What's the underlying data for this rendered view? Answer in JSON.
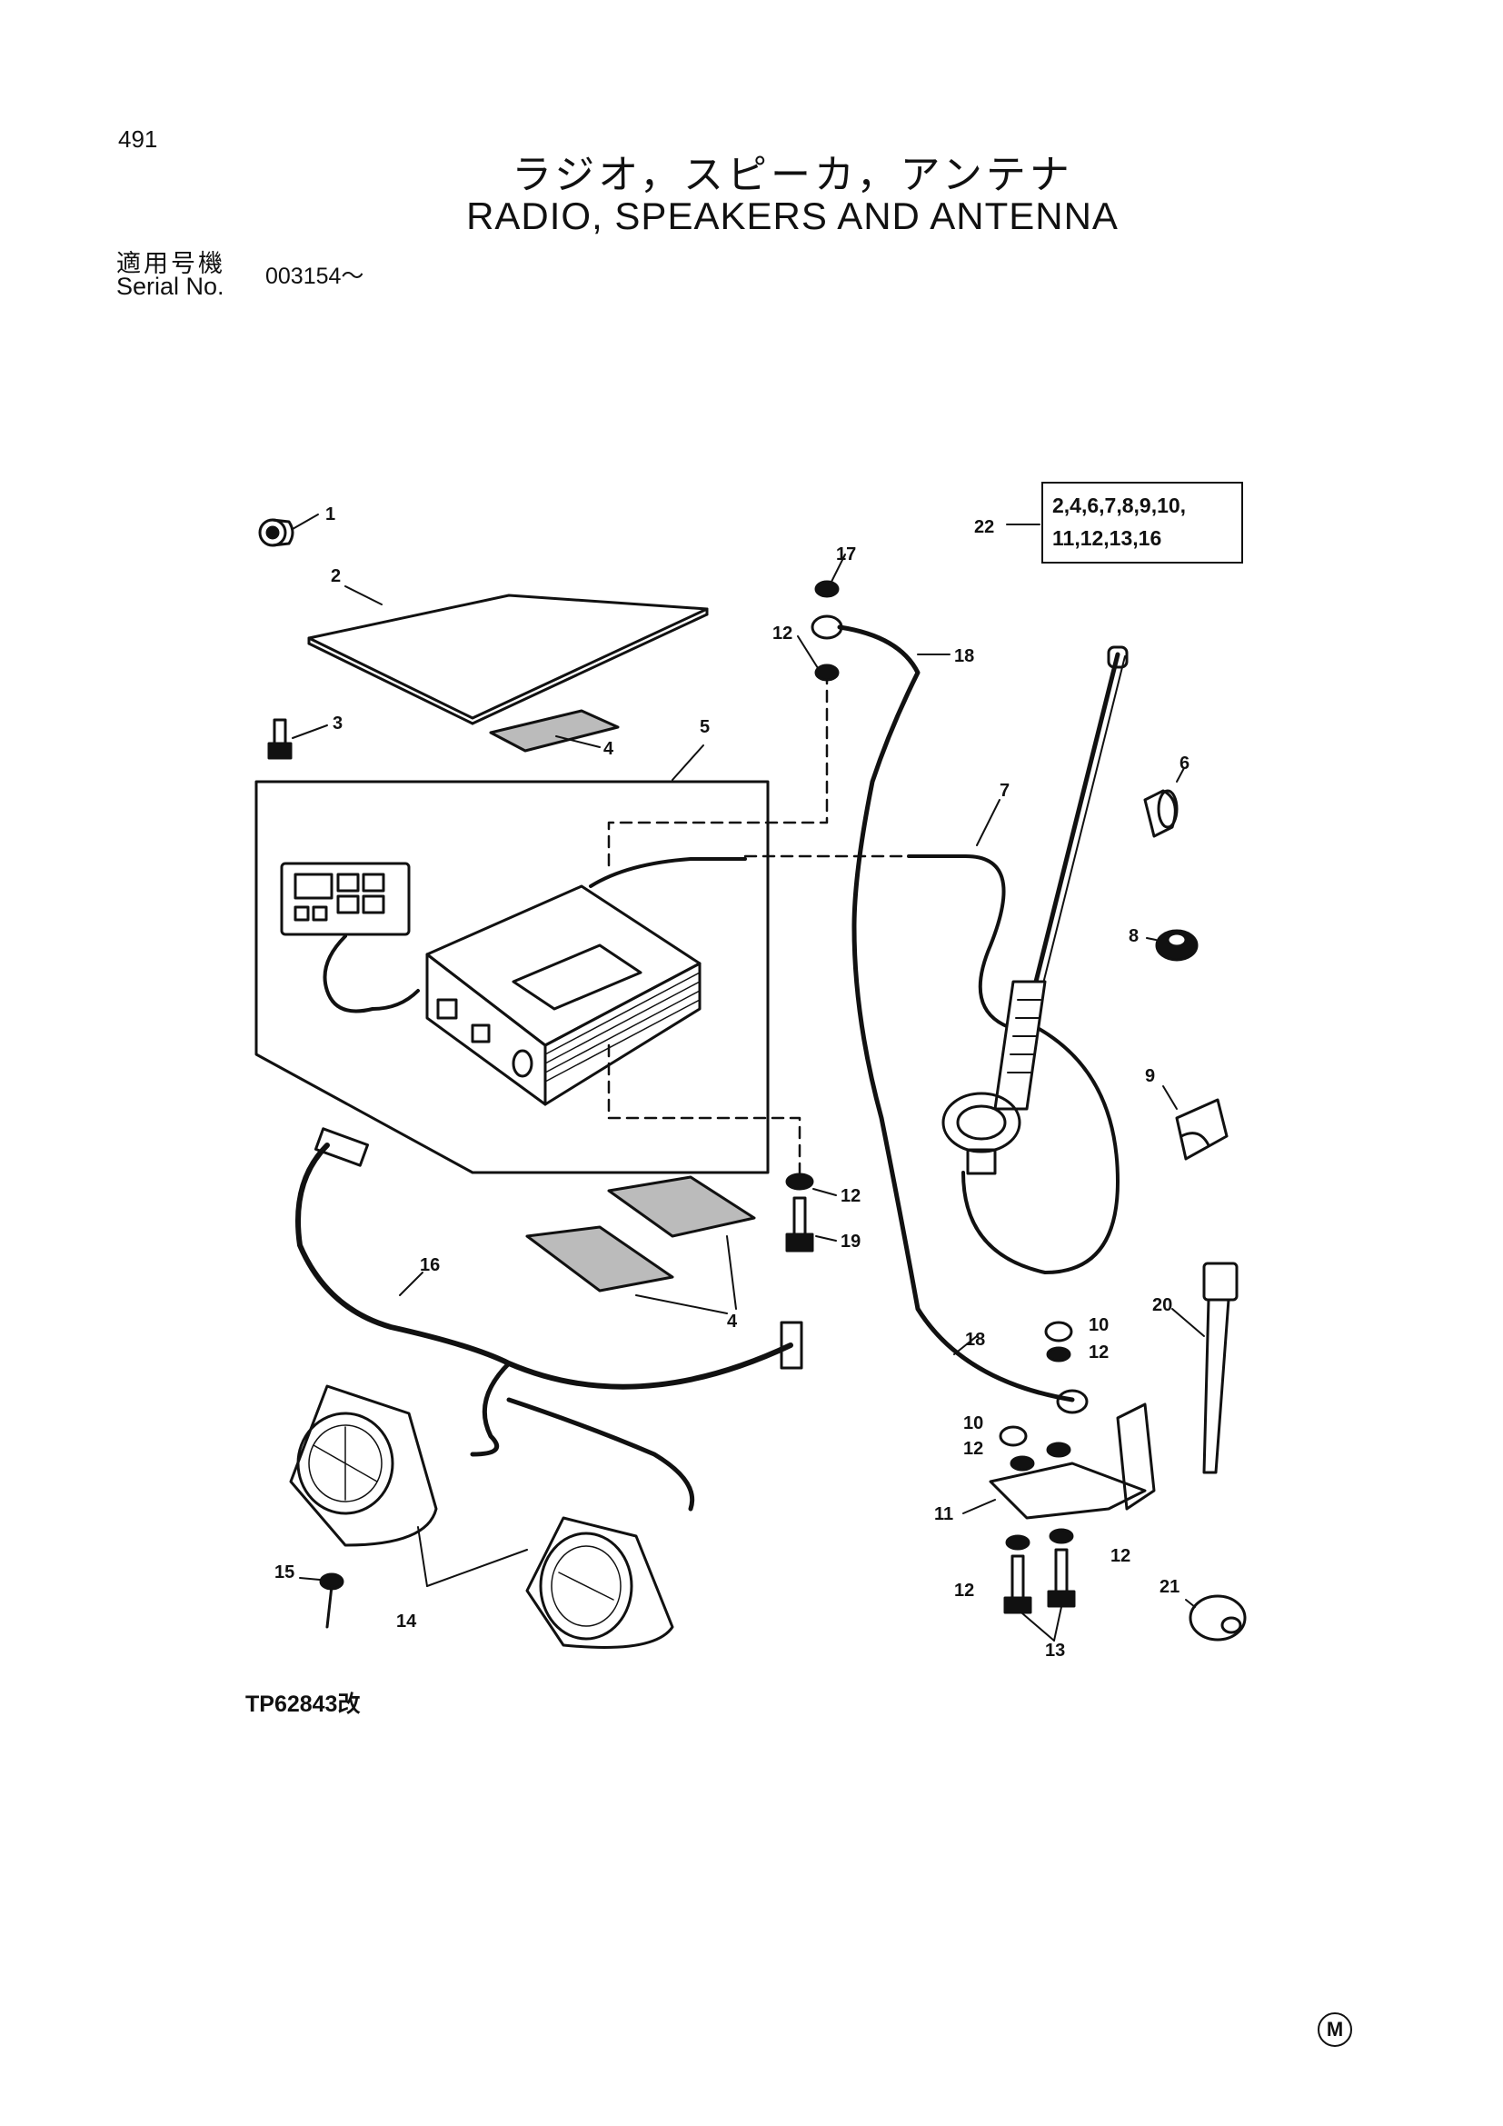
{
  "page_number": "491",
  "title_jp": "ラジオ，スピーカ，アンテナ",
  "title_en": "RADIO, SPEAKERS AND ANTENNA",
  "serial_label_jp": "適用号機",
  "serial_label_en": "Serial No.",
  "serial_value": "003154～",
  "kit_box": {
    "line1": "2,4,6,7,8,9,10,",
    "line2": "11,12,13,16"
  },
  "figure_code": "TP62843改",
  "corner_mark": "M",
  "callouts": [
    "1",
    "2",
    "3",
    "4",
    "5",
    "22",
    "17",
    "12",
    "18",
    "7",
    "6",
    "8",
    "9",
    "12",
    "19",
    "16",
    "4",
    "20",
    "10",
    "12",
    "18",
    "10",
    "12",
    "11",
    "12",
    "12",
    "13",
    "15",
    "14",
    "21"
  ]
}
